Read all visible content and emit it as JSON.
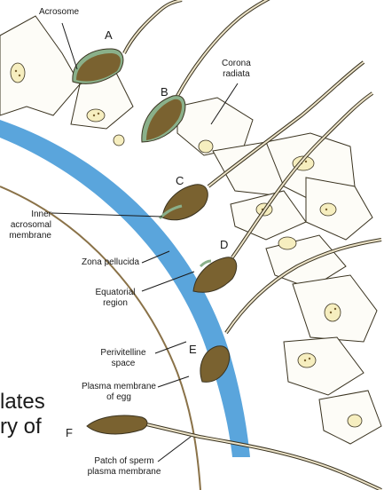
{
  "labels": {
    "acrosome": "Acrosome",
    "corona_radiata": [
      "Corona",
      "radiata"
    ],
    "inner_acrosomal_membrane": [
      "Inner",
      "acrosomal",
      "membrane"
    ],
    "zona_pellucida": "Zona pellucida",
    "equatorial_region": [
      "Equatorial",
      "region"
    ],
    "perivitelline_space": [
      "Perivitelline",
      "space"
    ],
    "plasma_membrane_egg": [
      "Plasma membrane",
      "of egg"
    ],
    "patch_sperm_membrane": [
      "Patch of sperm",
      "plasma membrane"
    ]
  },
  "stages": [
    "A",
    "B",
    "C",
    "D",
    "E",
    "F"
  ],
  "background_text": [
    "lates",
    "ry of"
  ],
  "colors": {
    "zona_blue": "#5aa5dc",
    "sperm_head": "#7a6230",
    "acrosome_green": "#8ab08a",
    "cell_yellow": "#f6eebf",
    "line": "#3a3320"
  }
}
